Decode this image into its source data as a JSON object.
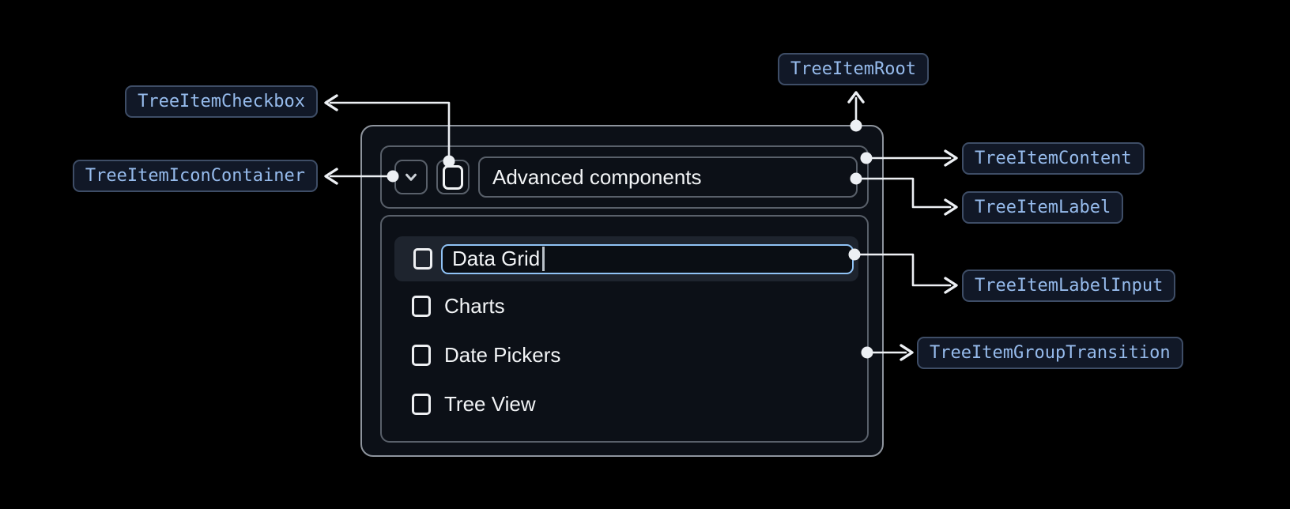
{
  "badges": {
    "root": "TreeItemRoot",
    "checkbox": "TreeItemCheckbox",
    "icon_container": "TreeItemIconContainer",
    "content": "TreeItemContent",
    "label": "TreeItemLabel",
    "label_input": "TreeItemLabelInput",
    "group_transition": "TreeItemGroupTransition"
  },
  "tree": {
    "parent_label": "Advanced components",
    "editing_item": {
      "value": "Data Grid"
    },
    "children": [
      {
        "label": "Charts"
      },
      {
        "label": "Date Pickers"
      },
      {
        "label": "Tree View"
      }
    ]
  },
  "icons": {
    "chevron_down_icon": "⌄",
    "checkbox_unchecked_icon": "☐",
    "text_caret": "|"
  },
  "colors": {
    "page_background": "#000000",
    "panel_background": "#0c1017",
    "panel_border": "#8e949d",
    "inner_border": "#59606a",
    "row_highlight": "#1e242e",
    "input_focus_border": "#90c3f6",
    "text_primary": "#f2f4f6",
    "badge_background": "#111827",
    "badge_border": "#3e4d66",
    "badge_text": "#96bbec",
    "connector": "#edf0f4"
  }
}
